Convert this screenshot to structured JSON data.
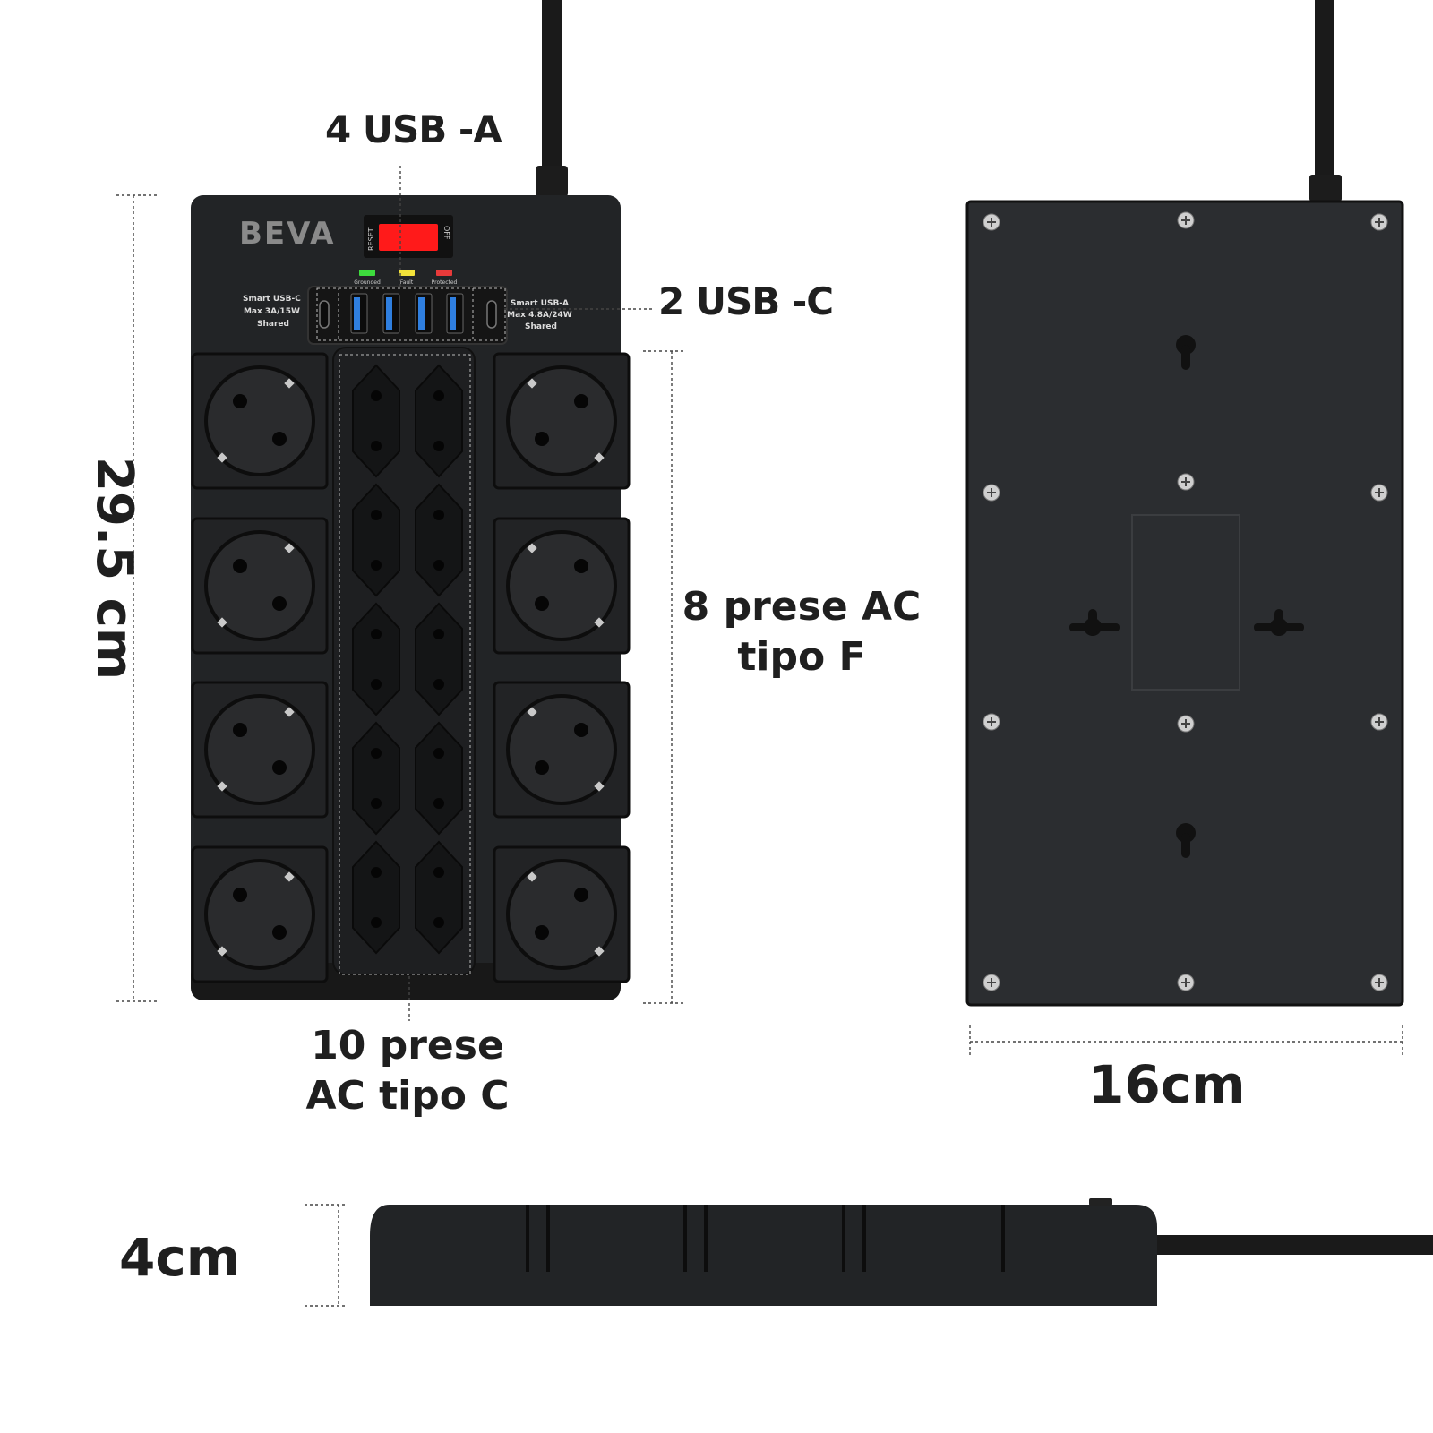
{
  "brand": "BEVA",
  "switch": {
    "reset_label": "RESET",
    "off_label": "OFF",
    "color": "#ff1a1a"
  },
  "indicators": [
    {
      "label": "Grounded",
      "color": "#3ddc3d"
    },
    {
      "label": "Fault",
      "color": "#f2e23a"
    },
    {
      "label": "Protected",
      "color": "#e83a3a"
    }
  ],
  "usb_c_info": [
    "Smart USB-C",
    "Max 3A/15W",
    "Shared"
  ],
  "usb_a_info": [
    "Smart USB-A",
    "Max 4.8A/24W",
    "Shared"
  ],
  "usb_a_port_color": "#2f7fe0",
  "product_color": "#222426",
  "callouts": {
    "usb_a": "4 USB -A",
    "usb_c": "2 USB -C",
    "type_f": "8 prese AC tipo F",
    "type_c": "10 prese AC tipo C"
  },
  "dimensions": {
    "height": "29.5 cm",
    "width": "16cm",
    "depth": "4cm"
  }
}
